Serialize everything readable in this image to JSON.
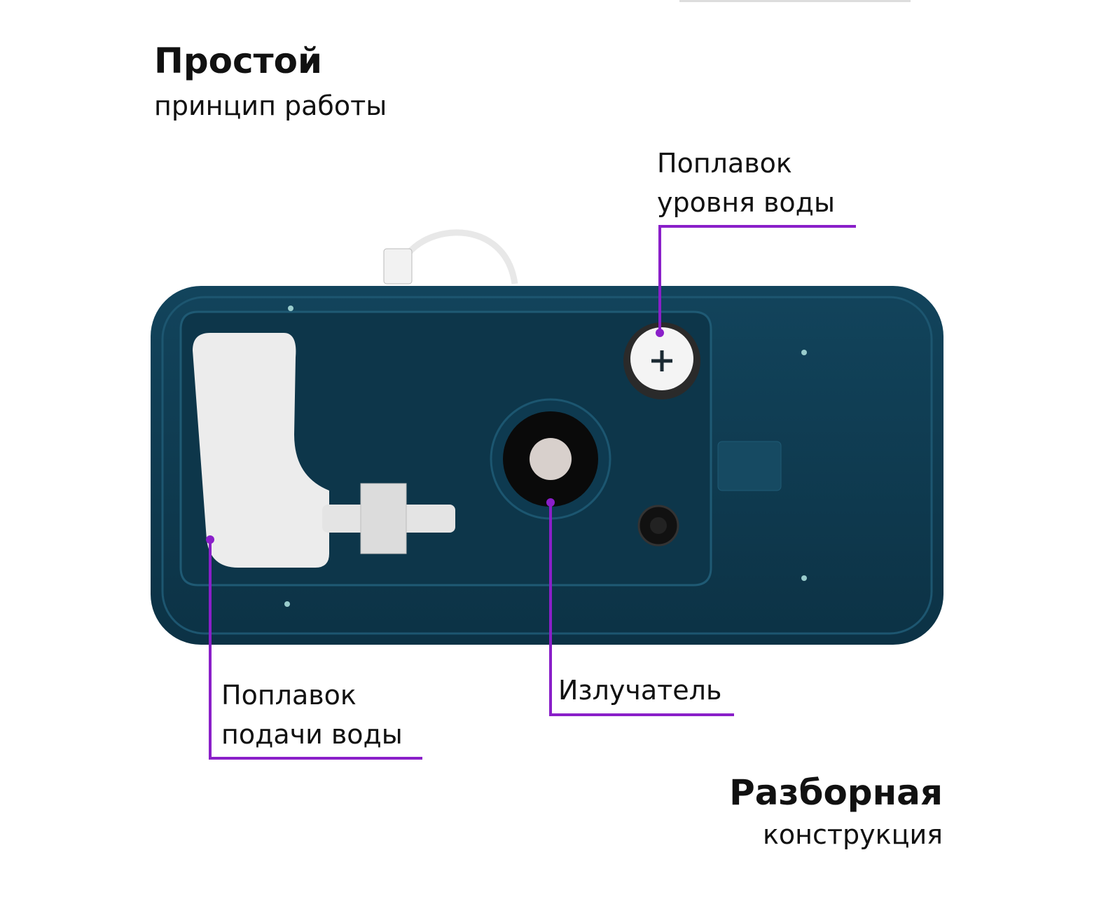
{
  "heading_left": {
    "title": "Простой",
    "subtitle": "принцип работы"
  },
  "heading_right": {
    "title": "Разборная",
    "subtitle": "конструкция"
  },
  "callouts": {
    "level_float": {
      "line1": "Поплавок",
      "line2": "уровня воды"
    },
    "feed_float": {
      "line1": "Поплавок",
      "line2": "подачи воды"
    },
    "emitter": {
      "line1": "Излучатель"
    }
  },
  "colors": {
    "accent": "#8a1fc9",
    "body": "#0f3a4f",
    "text": "#111111"
  }
}
